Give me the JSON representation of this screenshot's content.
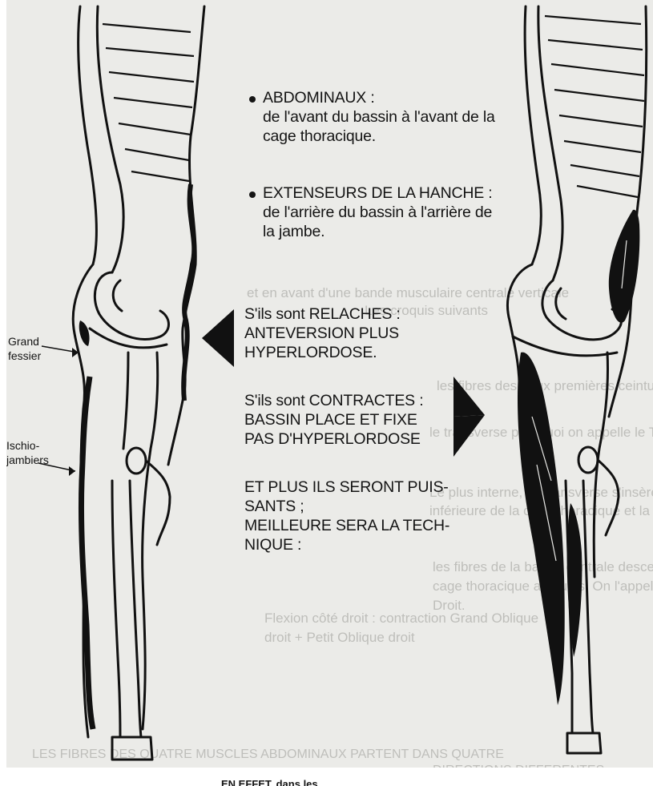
{
  "section1": {
    "abdo_head": "ABDOMINAUX :",
    "abdo_l1": "de l'avant du bassin à l'avant de la",
    "abdo_l2": "cage thoracique.",
    "ext_head": "EXTENSEURS DE LA HANCHE :",
    "ext_l1": "de l'arrière du bassin à l'arrière de",
    "ext_l2": "la jambe."
  },
  "section2": {
    "relax_l1": "S'ils sont RELACHES :",
    "relax_l2": "ANTEVERSION PLUS",
    "relax_l3": "HYPERLORDOSE.",
    "contr_l1": "S'ils sont CONTRACTES :",
    "contr_l2": "BASSIN PLACE ET FIXE",
    "contr_l3": "PAS D'HYPERLORDOSE",
    "puis_l1": "ET PLUS ILS SERONT PUIS-",
    "puis_l2": "SANTS ;",
    "puis_l3": "MEILLEURE SERA LA TECH-",
    "puis_l4": "NIQUE :"
  },
  "labels": {
    "grand_l1": "Grand",
    "grand_l2": "fessier",
    "ischio_l1": "Ischio-",
    "ischio_l2": "jambiers"
  },
  "ghost": {
    "g1": "et en avant d'une bande musculaire centrale verticale",
    "g2": "Les croquis suivants",
    "g3": "les fibres des deux premières ceintures sont obliques",
    "g4": "le transverse pourquoi on appelle le Transverse",
    "g5": "Le plus interne, le Transverse s'insère sur la limite",
    "g6": "inférieure de la cage thoracique et la limite supérieure de",
    "g7": "les fibres de la bande centrale descendent tout droit de la",
    "g8": "cage thoracique au pubis. On l'appelle Grand",
    "g9": "Droit.",
    "g10": "Flexion côté droit : contraction Grand Oblique",
    "g11": "droit + Petit Oblique droit",
    "g12": "LES FIBRES DES QUATRE MUSCLES ABDOMINAUX PARTENT DANS QUATRE",
    "g13": "DIRECTIONS DIFFERENTES"
  },
  "footer": {
    "cut": "EN EFFET, dans les"
  }
}
